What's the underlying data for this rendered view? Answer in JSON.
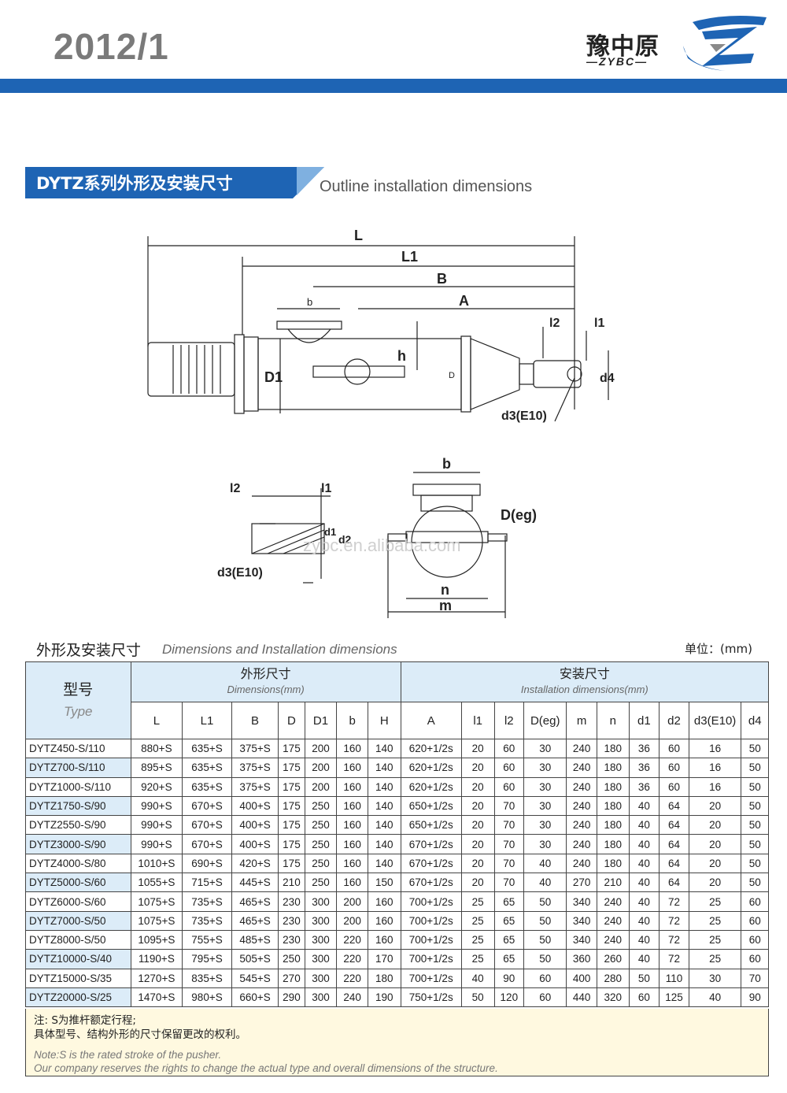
{
  "header": {
    "year": "2012/1",
    "logo_cn": "豫中原",
    "logo_en": "—ZYBC—",
    "brand_colors": {
      "primary": "#1e64b4",
      "accent": "#333333"
    }
  },
  "section": {
    "title_cn": "DYTZ系列外形及安装尺寸",
    "title_en": "Outline installation dimensions"
  },
  "drawing": {
    "labels": {
      "L": "L",
      "L1": "L1",
      "B": "B",
      "A": "A",
      "b": "b",
      "h": "h",
      "D1": "D1",
      "D": "D",
      "l1": "l1",
      "l2": "l2",
      "d4": "d4",
      "d3": "d3(E10)",
      "d1": "d1",
      "d2": "d2",
      "b2": "b",
      "Deg": "D(eg)",
      "n": "n",
      "m": "m"
    },
    "watermark": "zybc.en.alibaba.com"
  },
  "table_section": {
    "title_cn": "外形及安装尺寸",
    "title_en": "Dimensions and Installation dimensions",
    "unit": "单位：(mm)"
  },
  "table": {
    "type_cn": "型号",
    "type_en": "Type",
    "group_outline_cn": "外形尺寸",
    "group_outline_en": "Dimensions(mm)",
    "group_install_cn": "安装尺寸",
    "group_install_en": "Installation dimensions(mm)",
    "columns": [
      "L",
      "L1",
      "B",
      "D",
      "D1",
      "b",
      "H",
      "A",
      "l1",
      "l2",
      "D(eg)",
      "m",
      "n",
      "d1",
      "d2",
      "d3(E10)",
      "d4"
    ],
    "rows": [
      [
        "DYTZ450-S/110",
        "880+S",
        "635+S",
        "375+S",
        "175",
        "200",
        "160",
        "140",
        "620+1/2s",
        "20",
        "60",
        "30",
        "240",
        "180",
        "36",
        "60",
        "16",
        "50"
      ],
      [
        "DYTZ700-S/110",
        "895+S",
        "635+S",
        "375+S",
        "175",
        "200",
        "160",
        "140",
        "620+1/2s",
        "20",
        "60",
        "30",
        "240",
        "180",
        "36",
        "60",
        "16",
        "50"
      ],
      [
        "DYTZ1000-S/110",
        "920+S",
        "635+S",
        "375+S",
        "175",
        "200",
        "160",
        "140",
        "620+1/2s",
        "20",
        "60",
        "30",
        "240",
        "180",
        "36",
        "60",
        "16",
        "50"
      ],
      [
        "DYTZ1750-S/90",
        "990+S",
        "670+S",
        "400+S",
        "175",
        "250",
        "160",
        "140",
        "650+1/2s",
        "20",
        "70",
        "30",
        "240",
        "180",
        "40",
        "64",
        "20",
        "50"
      ],
      [
        "DYTZ2550-S/90",
        "990+S",
        "670+S",
        "400+S",
        "175",
        "250",
        "160",
        "140",
        "650+1/2s",
        "20",
        "70",
        "30",
        "240",
        "180",
        "40",
        "64",
        "20",
        "50"
      ],
      [
        "DYTZ3000-S/90",
        "990+S",
        "670+S",
        "400+S",
        "175",
        "250",
        "160",
        "140",
        "670+1/2s",
        "20",
        "70",
        "30",
        "240",
        "180",
        "40",
        "64",
        "20",
        "50"
      ],
      [
        "DYTZ4000-S/80",
        "1010+S",
        "690+S",
        "420+S",
        "175",
        "250",
        "160",
        "140",
        "670+1/2s",
        "20",
        "70",
        "40",
        "240",
        "180",
        "40",
        "64",
        "20",
        "50"
      ],
      [
        "DYTZ5000-S/60",
        "1055+S",
        "715+S",
        "445+S",
        "210",
        "250",
        "160",
        "150",
        "670+1/2s",
        "20",
        "70",
        "40",
        "270",
        "210",
        "40",
        "64",
        "20",
        "50"
      ],
      [
        "DYTZ6000-S/60",
        "1075+S",
        "735+S",
        "465+S",
        "230",
        "300",
        "200",
        "160",
        "700+1/2s",
        "25",
        "65",
        "50",
        "340",
        "240",
        "40",
        "72",
        "25",
        "60"
      ],
      [
        "DYTZ7000-S/50",
        "1075+S",
        "735+S",
        "465+S",
        "230",
        "300",
        "200",
        "160",
        "700+1/2s",
        "25",
        "65",
        "50",
        "340",
        "240",
        "40",
        "72",
        "25",
        "60"
      ],
      [
        "DYTZ8000-S/50",
        "1095+S",
        "755+S",
        "485+S",
        "230",
        "300",
        "220",
        "160",
        "700+1/2s",
        "25",
        "65",
        "50",
        "340",
        "240",
        "40",
        "72",
        "25",
        "60"
      ],
      [
        "DYTZ10000-S/40",
        "1190+S",
        "795+S",
        "505+S",
        "250",
        "300",
        "220",
        "170",
        "700+1/2s",
        "25",
        "65",
        "50",
        "360",
        "260",
        "40",
        "72",
        "25",
        "60"
      ],
      [
        "DYTZ15000-S/35",
        "1270+S",
        "835+S",
        "545+S",
        "270",
        "300",
        "220",
        "180",
        "700+1/2s",
        "40",
        "90",
        "60",
        "400",
        "280",
        "50",
        "110",
        "30",
        "70"
      ],
      [
        "DYTZ20000-S/25",
        "1470+S",
        "980+S",
        "660+S",
        "290",
        "300",
        "240",
        "190",
        "750+1/2s",
        "50",
        "120",
        "60",
        "440",
        "320",
        "60",
        "125",
        "40",
        "90"
      ]
    ]
  },
  "notes": {
    "cn_line1": "注: S为推杆额定行程;",
    "cn_line2": "具体型号、结构外形的尺寸保留更改的权利。",
    "en_line1": "Note:S is the rated stroke of the pusher.",
    "en_line2": "Our company reserves the rights to change the actual type and overall dimensions of the structure."
  }
}
